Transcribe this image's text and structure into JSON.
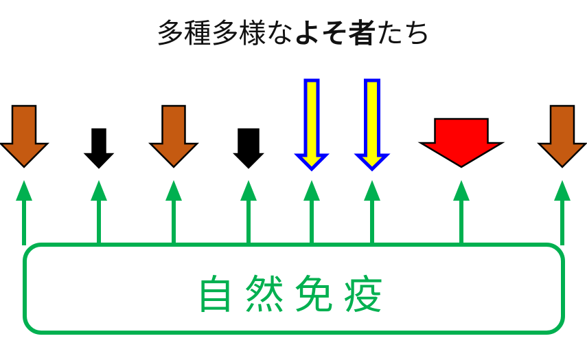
{
  "title": {
    "prefix": "多種多様な",
    "emphasis": "よそ者",
    "suffix": "たち"
  },
  "box_label": "自然免疫",
  "colors": {
    "green": "#00b050",
    "brown": "#c55a11",
    "black": "#000000",
    "yellow": "#ffff00",
    "blue": "#0000ff",
    "red": "#ff0000"
  },
  "invaders": [
    {
      "kind": "brown-arrow",
      "fill": "#c55a11",
      "stroke": "#000000"
    },
    {
      "kind": "black-arrow",
      "fill": "#000000",
      "stroke": "#000000"
    },
    {
      "kind": "brown-arrow",
      "fill": "#c55a11",
      "stroke": "#000000"
    },
    {
      "kind": "black-arrow",
      "fill": "#000000",
      "stroke": "#000000"
    },
    {
      "kind": "yellow-arrow",
      "fill": "#ffff00",
      "stroke": "#0000ff"
    },
    {
      "kind": "yellow-arrow",
      "fill": "#ffff00",
      "stroke": "#0000ff"
    },
    {
      "kind": "red-arrow",
      "fill": "#ff0000",
      "stroke": "#000000"
    },
    {
      "kind": "brown-arrow",
      "fill": "#c55a11",
      "stroke": "#000000"
    }
  ]
}
